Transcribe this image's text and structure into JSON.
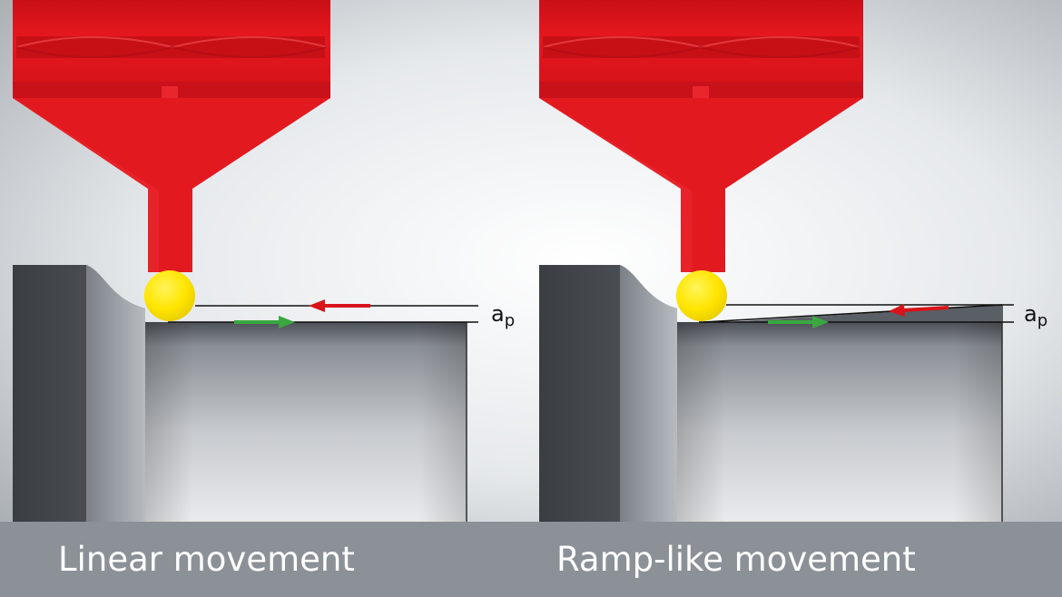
{
  "colors": {
    "tool_red": "#e5171e",
    "insert_yellow": "#ffe500",
    "arrow_red": "#d8141a",
    "arrow_green": "#3aa840",
    "caption_bar": "#8b9196",
    "caption_text": "#ffffff"
  },
  "panels": [
    {
      "caption": "Linear movement",
      "depth_label": "a",
      "depth_label_sub": "p",
      "tool_icon": "milling-tool-icon",
      "insert_icon": "round-insert-icon",
      "path": "linear"
    },
    {
      "caption": "Ramp-like movement",
      "depth_label": "a",
      "depth_label_sub": "p",
      "tool_icon": "milling-tool-icon",
      "insert_icon": "round-insert-icon",
      "path": "ramp"
    }
  ]
}
